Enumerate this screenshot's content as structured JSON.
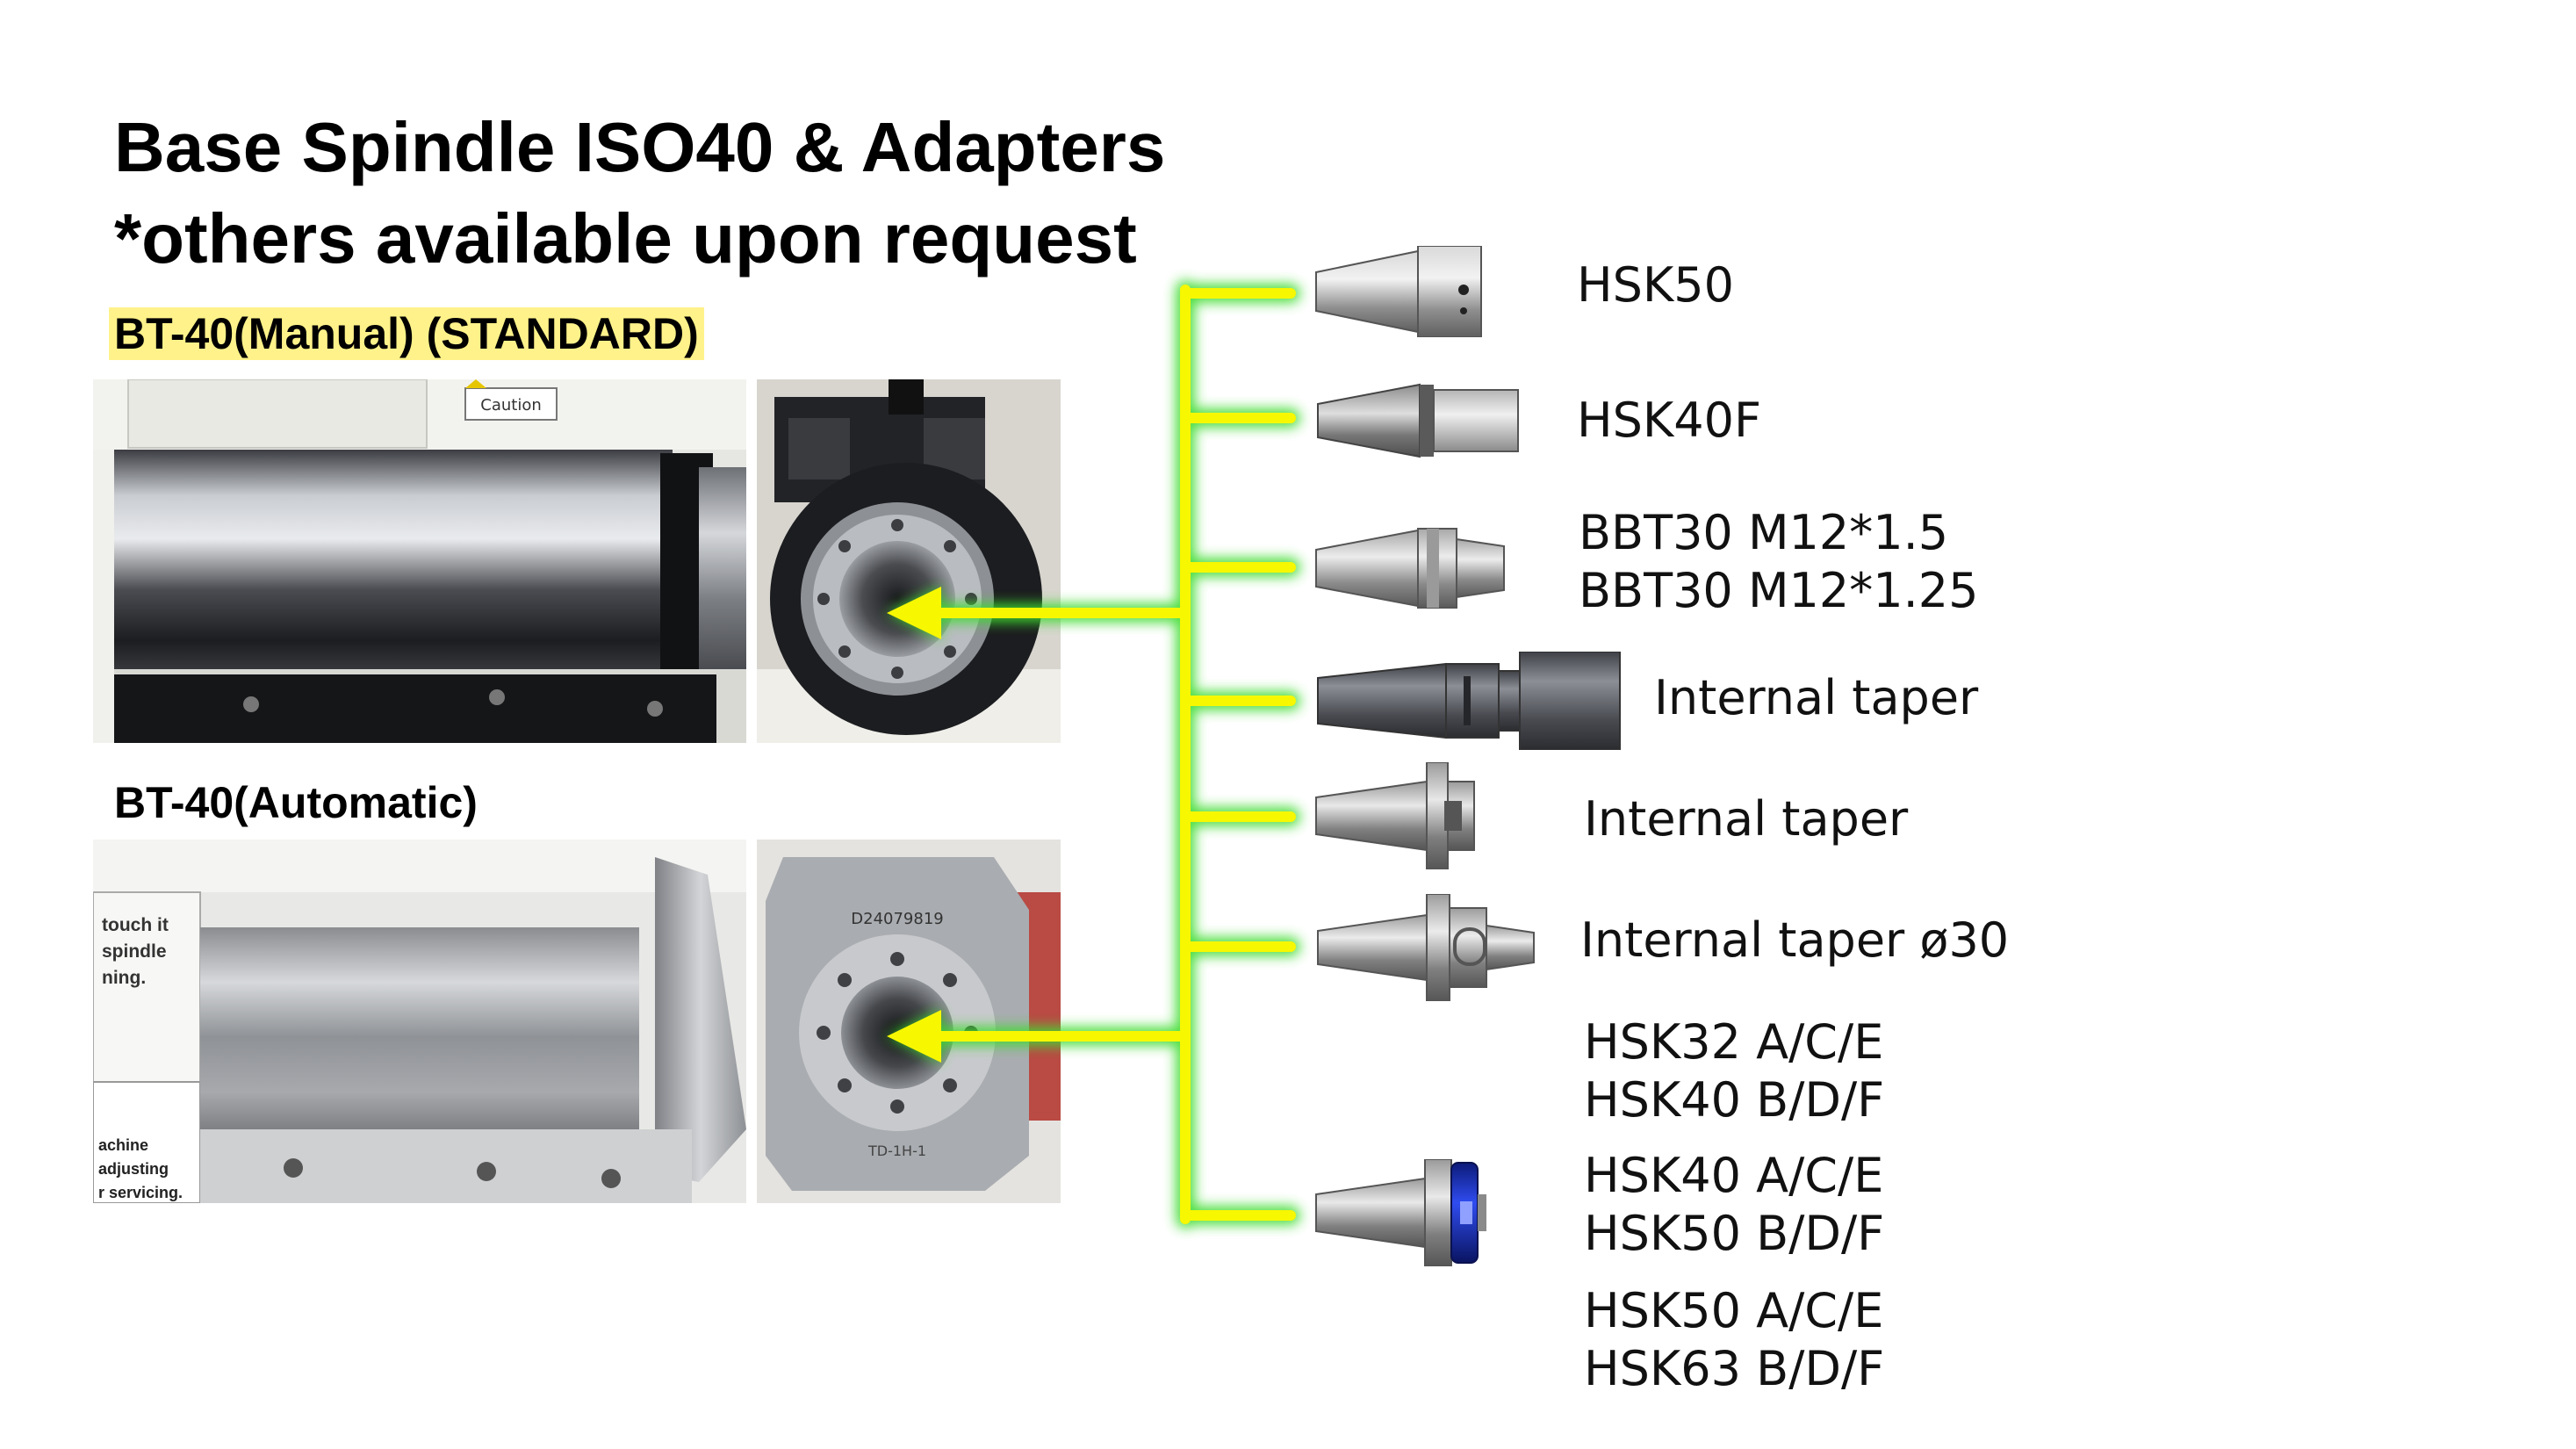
{
  "title": {
    "line1": "Base Spindle ISO40 & Adapters",
    "line2": "*others available upon request"
  },
  "spindles": {
    "manual": {
      "label": "BT-40(Manual) (STANDARD)",
      "caution_text": "Caution"
    },
    "automatic": {
      "label": "BT-40(Automatic)",
      "panel_text": [
        "touch it",
        "spindle",
        "ning."
      ],
      "warning_text": [
        "achine",
        "adjusting",
        "r servicing."
      ],
      "serial_text": "D24079819",
      "model_text": "TD-1H-1"
    }
  },
  "adapters": [
    {
      "lines": [
        "HSK50"
      ],
      "icon": "hsk50-holder-icon"
    },
    {
      "lines": [
        "HSK40F"
      ],
      "icon": "hsk40f-holder-icon"
    },
    {
      "lines": [
        "BBT30 M12*1.5",
        "BBT30 M12*1.25"
      ],
      "icon": "bbt30-holder-icon"
    },
    {
      "lines": [
        "Internal taper"
      ],
      "icon": "long-internal-taper-holder-icon"
    },
    {
      "lines": [
        "Internal taper"
      ],
      "icon": "flanged-internal-taper-holder-icon"
    },
    {
      "lines": [
        "Internal taper ø30"
      ],
      "icon": "internal-taper-30-holder-icon"
    },
    {
      "lines": [
        "HSK32 A/C/E",
        "HSK40 B/D/F",
        "HSK40 A/C/E",
        "HSK50 B/D/F",
        "HSK50 A/C/E",
        "HSK63 B/D/F"
      ],
      "icon": "hsk-blue-collar-holder-icon"
    }
  ],
  "colors": {
    "connector": "#f7f700",
    "connector_glow": "#3ddc2e",
    "highlight": "#fff28a",
    "tool_steel": "#9a9a9a",
    "tool_dark": "#55575c",
    "tool_collar_blue": "#1a33c8"
  }
}
